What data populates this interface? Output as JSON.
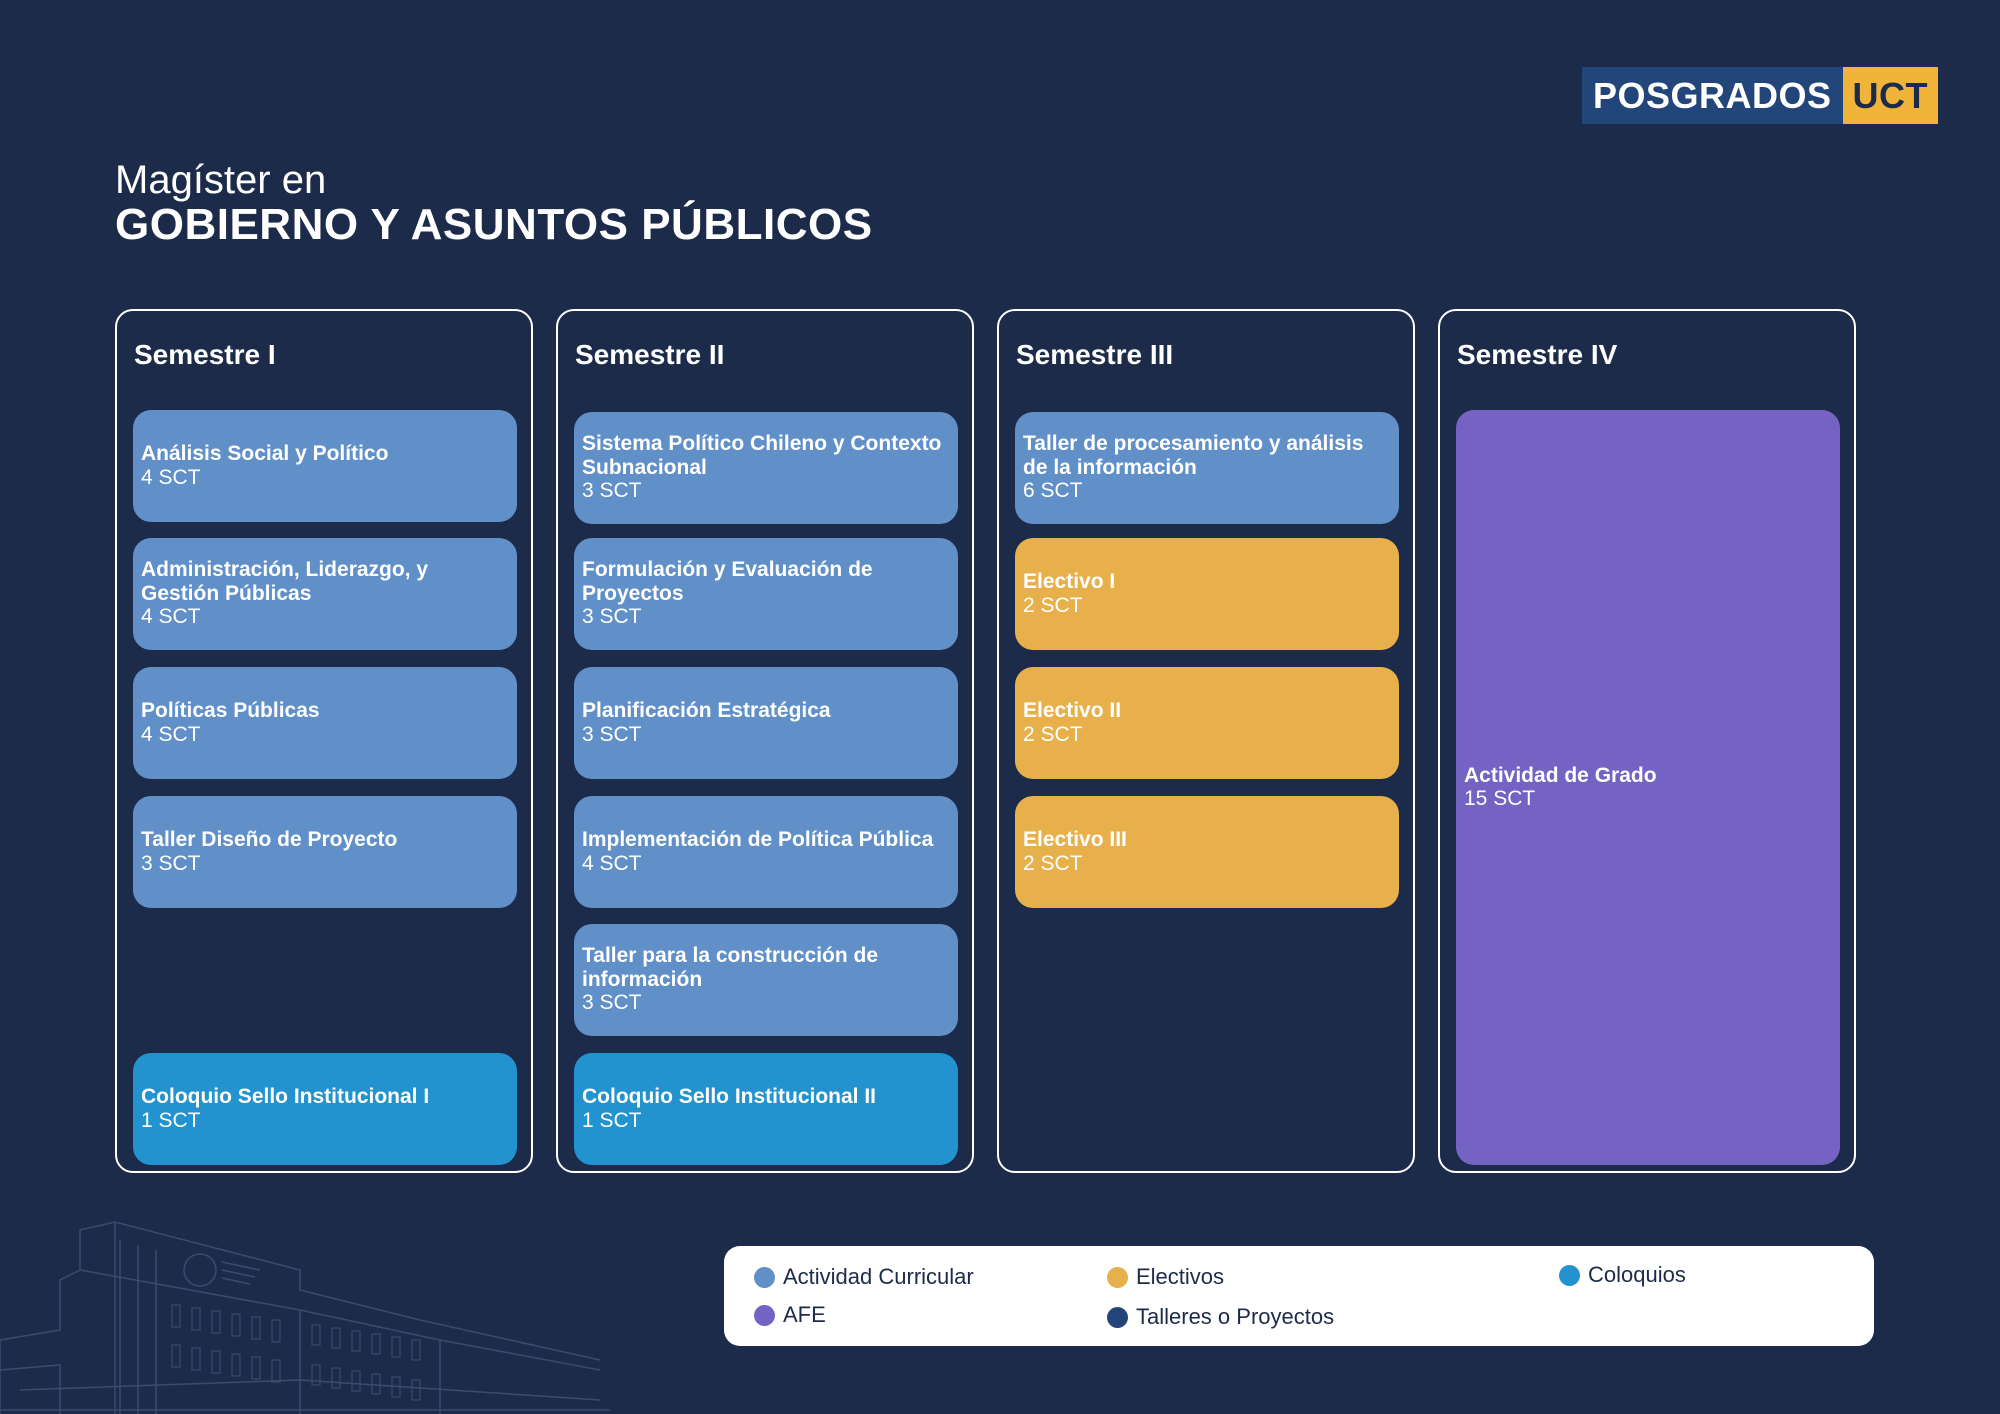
{
  "logo": {
    "left": "POSGRADOS",
    "right": "UCT"
  },
  "heading": {
    "subtitle": "Magíster en",
    "title": "GOBIERNO Y ASUNTOS PÚBLICOS"
  },
  "colors": {
    "background": "#1d2b4a",
    "actividad_curricular": "#6190c8",
    "electivos": "#e8b04a",
    "coloquios": "#2293ce",
    "afe": "#7563c4",
    "talleres": "#23467a"
  },
  "semesters": [
    {
      "title": "Semestre I",
      "courses": [
        {
          "name": "Análisis Social y Político",
          "credits": "4 SCT"
        },
        {
          "name": "Administración, Liderazgo, y Gestión Públicas",
          "credits": "4 SCT"
        },
        {
          "name": "Políticas Públicas",
          "credits": "4 SCT"
        },
        {
          "name": "Taller Diseño de Proyecto",
          "credits": "3 SCT"
        },
        {
          "name": "Coloquio Sello Institucional I",
          "credits": "1 SCT"
        }
      ]
    },
    {
      "title": "Semestre II",
      "courses": [
        {
          "name": "Sistema Político Chileno y Contexto Subnacional",
          "credits": "3 SCT"
        },
        {
          "name": "Formulación y Evaluación de Proyectos",
          "credits": "3 SCT"
        },
        {
          "name": "Planificación Estratégica",
          "credits": "3 SCT"
        },
        {
          "name": "Implementación de Política Pública",
          "credits": "4 SCT"
        },
        {
          "name": "Taller para la construcción de información",
          "credits": "3 SCT"
        },
        {
          "name": "Coloquio Sello Institucional II",
          "credits": "1 SCT"
        }
      ]
    },
    {
      "title": "Semestre III",
      "courses": [
        {
          "name": "Taller de procesamiento y análisis de la información",
          "credits": "6 SCT"
        },
        {
          "name": "Electivo I",
          "credits": "2 SCT"
        },
        {
          "name": "Electivo II",
          "credits": "2 SCT"
        },
        {
          "name": "Electivo III",
          "credits": "2 SCT"
        }
      ]
    },
    {
      "title": "Semestre IV",
      "courses": [
        {
          "name": "Actividad de Grado",
          "credits": "15 SCT"
        }
      ]
    }
  ],
  "legend": [
    {
      "label": "Actividad Curricular",
      "color": "#6190c8"
    },
    {
      "label": "AFE",
      "color": "#7563c4"
    },
    {
      "label": "Electivos",
      "color": "#e8b04a"
    },
    {
      "label": "Talleres o Proyectos",
      "color": "#23467a"
    },
    {
      "label": "Coloquios",
      "color": "#2293ce"
    }
  ]
}
